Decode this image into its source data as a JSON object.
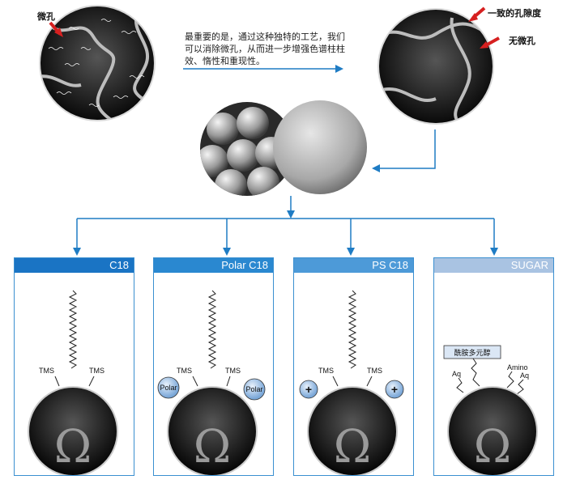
{
  "top": {
    "left_label": "微孔",
    "right_label_1": "一致的孔隙度",
    "right_label_2": "无微孔",
    "description": "最重要的是，通过这种独特的工艺，我们可以消除微孔，从而进一步增强色谱柱柱效、惰性和重现性。"
  },
  "panels": [
    {
      "title": "C18",
      "color": "#1a74c4",
      "left_label": "TMS",
      "right_label": "TMS"
    },
    {
      "title": "Polar C18",
      "color": "#2a88d0",
      "left_label": "TMS",
      "right_label": "TMS",
      "bubble": "Polar"
    },
    {
      "title": "PS C18",
      "color": "#4d9ad8",
      "left_label": "TMS",
      "right_label": "TMS",
      "bubble": "+"
    },
    {
      "title": "SUGAR",
      "color": "#a9c3e2",
      "box_label": "酰胺多元醇",
      "amino_label": "Amino",
      "aq_left": "Aq",
      "aq_right": "Aq"
    }
  ],
  "omega": "Ω",
  "colors": {
    "arrow": "#1f7cc4",
    "panel_border": "#3a8fd0"
  }
}
